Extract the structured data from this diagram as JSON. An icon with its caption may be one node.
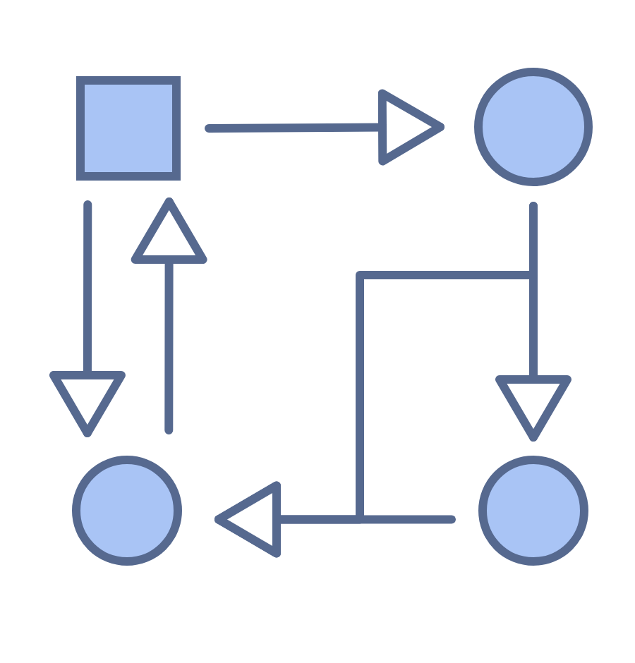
{
  "diagram": {
    "nodes": [
      {
        "text": [],
        "shape": "box"
      },
      {
        "text": [],
        "shape": "circle"
      },
      {
        "text": [],
        "shape": "circle"
      },
      {
        "text": [],
        "shape": "circle"
      }
    ],
    "edges": [
      {
        "from": 0,
        "to": 1,
        "arrow": "to"
      },
      {
        "from": 0,
        "to": 2,
        "arrow": "to"
      },
      {
        "from": 2,
        "to": 0,
        "arrow": "to"
      },
      {
        "from": 1,
        "to": 3,
        "arrow": "to"
      },
      {
        "from": 1,
        "to": 2,
        "arrow": "to"
      },
      {
        "from": 3,
        "to": 2,
        "arrow": "to"
      }
    ]
  }
}
